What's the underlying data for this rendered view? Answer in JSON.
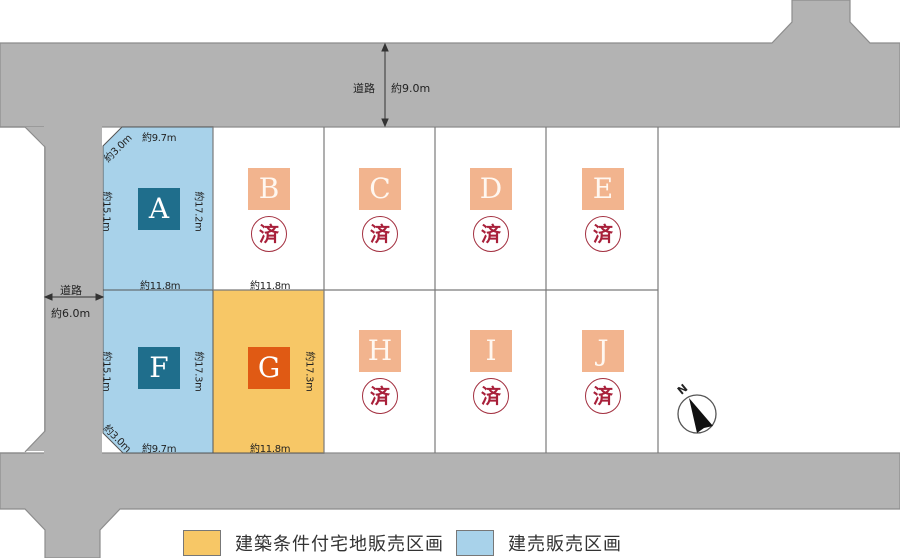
{
  "colors": {
    "road": "#b3b3b3",
    "road_edge": "#8c8c8c",
    "built_for_sale": "#a8d2ea",
    "conditional_land": "#f7c766",
    "badge_available_built": "#1f6e8c",
    "badge_available_conditional": "#e05a14",
    "badge_sold": "#f2b48e",
    "sold_stamp": "#a8203a"
  },
  "roads": {
    "north": {
      "label": "道路",
      "width": "約9.0m"
    },
    "west": {
      "label": "道路",
      "width": "約6.0m"
    }
  },
  "lots": [
    {
      "id": "A",
      "status": "available",
      "type": "built_for_sale",
      "sold_mark": ""
    },
    {
      "id": "B",
      "status": "sold",
      "type": "",
      "sold_mark": "済"
    },
    {
      "id": "C",
      "status": "sold",
      "type": "",
      "sold_mark": "済"
    },
    {
      "id": "D",
      "status": "sold",
      "type": "",
      "sold_mark": "済"
    },
    {
      "id": "E",
      "status": "sold",
      "type": "",
      "sold_mark": "済"
    },
    {
      "id": "F",
      "status": "available",
      "type": "built_for_sale",
      "sold_mark": ""
    },
    {
      "id": "G",
      "status": "available",
      "type": "conditional_land",
      "sold_mark": ""
    },
    {
      "id": "H",
      "status": "sold",
      "type": "",
      "sold_mark": "済"
    },
    {
      "id": "I",
      "status": "sold",
      "type": "",
      "sold_mark": "済"
    },
    {
      "id": "J",
      "status": "sold",
      "type": "",
      "sold_mark": "済"
    }
  ],
  "dimensions": {
    "a_top": "約9.7m",
    "a_corner": "約3.0m",
    "a_left": "約15.1m",
    "a_right": "約17.2m",
    "a_bottom": "約11.8m",
    "b_bottom": "約11.8m",
    "f_left": "約15.1m",
    "f_right": "約17.3m",
    "f_corner": "約3.0m",
    "f_bottom": "約9.7m",
    "g_right": "約17.3m",
    "g_bottom": "約11.8m"
  },
  "compass": {
    "label": "N"
  },
  "legend": [
    {
      "label": "建築条件付宅地販売区画",
      "color": "#f7c766"
    },
    {
      "label": "建売販売区画",
      "color": "#a8d2ea"
    }
  ]
}
